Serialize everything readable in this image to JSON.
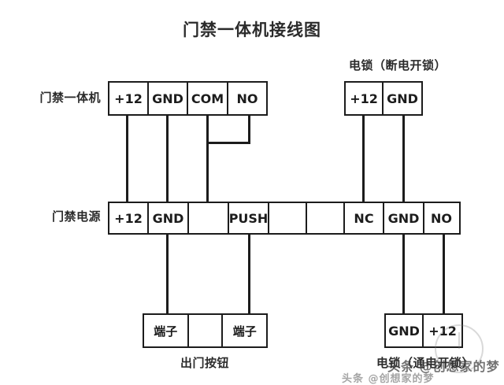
{
  "diagram": {
    "title": "门禁一体机接线图"
  },
  "labels": {
    "access_controller": "门禁一体机",
    "electric_lock_top": "电锁（断电开锁）",
    "access_power": "门禁电源",
    "exit_button": "出门按钮",
    "electric_lock_bottom": "电锁（通电开锁）"
  },
  "blocks": {
    "access_controller": {
      "name": "门禁一体机",
      "cells": [
        "+12",
        "GND",
        "COM",
        "NO"
      ]
    },
    "electric_lock_top": {
      "name": "电锁（断电开锁）",
      "cells": [
        "+12",
        "GND"
      ]
    },
    "access_power": {
      "name": "门禁电源",
      "cells": [
        "+12",
        "GND",
        "",
        "PUSH",
        "",
        "",
        "NC",
        "GND",
        "NO"
      ]
    },
    "exit_button": {
      "name": "出门按钮",
      "cells": [
        "端子",
        "",
        "端子"
      ]
    },
    "electric_lock_bottom": {
      "name": "电锁（通电开锁）",
      "cells": [
        "GND",
        "+12"
      ]
    }
  },
  "watermark": {
    "text": "头条 @创想家的梦",
    "overlay_text": "头条 @创想家的梦"
  },
  "colors": {
    "line": "#1c1c1c",
    "text": "#2b2b2b",
    "background": "#ffffff"
  }
}
